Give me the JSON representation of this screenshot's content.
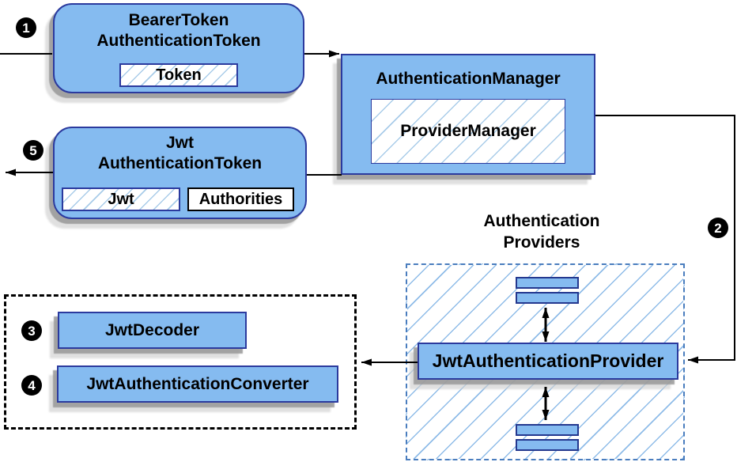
{
  "nodes": {
    "bearer_token": {
      "title_line1": "BearerToken",
      "title_line2": "AuthenticationToken",
      "chip_token": "Token"
    },
    "authentication_manager": {
      "title": "AuthenticationManager",
      "inner": "ProviderManager"
    },
    "jwt_authentication_token": {
      "title_line1": "Jwt",
      "title_line2": "AuthenticationToken",
      "chip_jwt": "Jwt",
      "chip_authorities": "Authorities"
    },
    "authentication_providers": {
      "label_line1": "Authentication",
      "label_line2": "Providers"
    },
    "jwt_authentication_provider": {
      "title": "JwtAuthenticationProvider"
    },
    "jwt_decoder": {
      "title": "JwtDecoder"
    },
    "jwt_authentication_converter": {
      "title": "JwtAuthenticationConverter"
    }
  },
  "steps": {
    "step1": "1",
    "step2": "2",
    "step3": "3",
    "step4": "4",
    "step5": "5"
  },
  "colors": {
    "node_fill": "#85BBF0",
    "node_border": "#2B3A9E",
    "hatch_line": "#A9CCE9",
    "providers_hatch_line": "#8FBCE8",
    "providers_dash_border": "#4A7DBE",
    "black_dash_border": "#000000",
    "connector": "#000000",
    "badge_fill": "#000000",
    "badge_text": "#FFFFFF"
  }
}
